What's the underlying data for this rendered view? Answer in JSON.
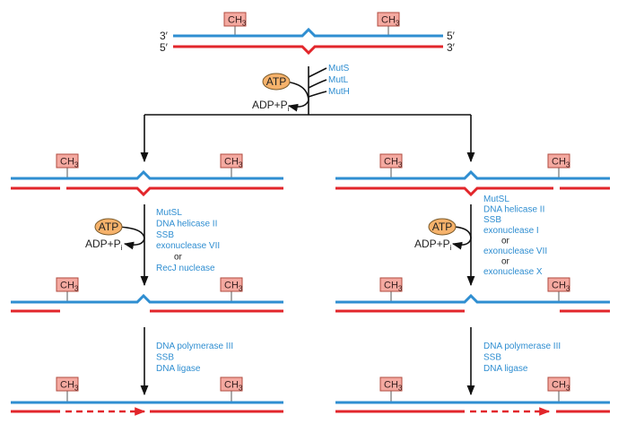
{
  "ch3_label": "CH",
  "ch3_subscript": "3",
  "strand_ends": {
    "top_left": "3′",
    "top_right": "5′",
    "bottom_left": "5′",
    "bottom_right": "3′"
  },
  "atp_label": "ATP",
  "adp_label": "ADP+P",
  "adp_subscript": "i",
  "initial_enzymes": [
    "MutS",
    "MutL",
    "MutH"
  ],
  "left_branch": {
    "excision_enzymes": [
      "MutSL",
      "DNA helicase II",
      "SSB",
      "exonuclease VII",
      "or",
      "RecJ nuclease"
    ],
    "synthesis_enzymes": [
      "DNA polymerase III",
      "SSB",
      "DNA ligase"
    ]
  },
  "right_branch": {
    "excision_enzymes": [
      "MutSL",
      "DNA helicase II",
      "SSB",
      "exonuclease I",
      "or",
      "exonuclease VII",
      "or",
      "exonuclease X"
    ],
    "synthesis_enzymes": [
      "DNA polymerase III",
      "SSB",
      "DNA ligase"
    ]
  },
  "colors": {
    "parent_strand": "#2f8ed1",
    "daughter_strand": "#e2262b",
    "atp": "#f6b26b",
    "methyl_box": "#f4a9a0",
    "enzyme_text": "#2f8ed1"
  }
}
